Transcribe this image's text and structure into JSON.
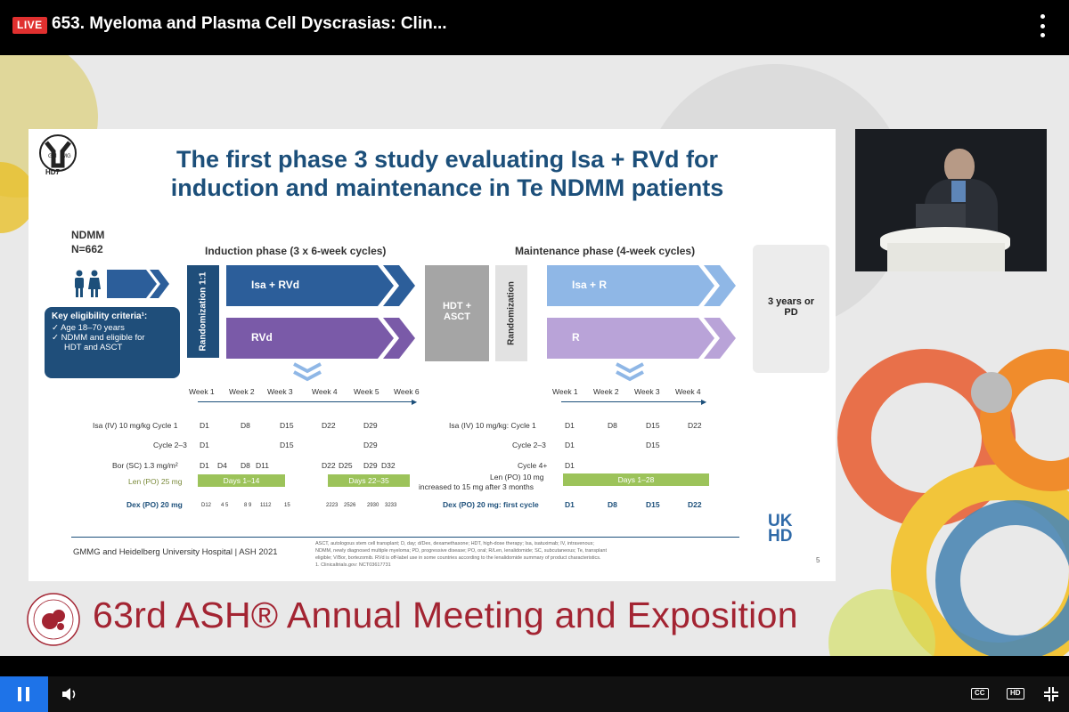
{
  "player": {
    "live_label": "LIVE",
    "title": "653. Myeloma and Plasma Cell Dyscrasias: Clin...",
    "cc_label": "CC",
    "hd_label": "HD"
  },
  "slide": {
    "logo_text": "HD7",
    "title_line1": "The first phase 3 study evaluating Isa + RVd for",
    "title_line2": "induction and maintenance in Te NDMM patients",
    "ndmm": "NDMM",
    "n": "N=662",
    "eligibility_title": "Key eligibility criteria¹:",
    "eligibility_items": [
      "Age 18–70 years",
      "NDMM and eligible for",
      "HDT and ASCT"
    ],
    "randomization_1": "Randomization 1:1",
    "randomization_2": "Randomization",
    "induction_header": "Induction phase (3 x 6-week cycles)",
    "maintenance_header": "Maintenance phase (4-week cycles)",
    "induction_arm1": "Isa + RVd",
    "induction_arm2": "RVd",
    "hdt_asct": "HDT + ASCT",
    "maint_arm1": "Isa + R",
    "maint_arm2": "R",
    "end_box": "3 years or PD",
    "weeks_induction": [
      "Week 1",
      "Week 2",
      "Week 3",
      "Week 4",
      "Week 5",
      "Week 6"
    ],
    "weeks_maintenance": [
      "Week 1",
      "Week 2",
      "Week 3",
      "Week 4"
    ],
    "ind_rows": {
      "isa_c1": "Isa (IV) 10 mg/kg Cycle 1",
      "cycle23": "Cycle 2–3",
      "bor": "Bor (SC) 1.3 mg/m²",
      "len": "Len (PO) 25 mg",
      "dex": "Dex (PO) 20 mg"
    },
    "ind_days": {
      "isa_c1": [
        "D1",
        "D8",
        "D15",
        "D22",
        "D29"
      ],
      "cycle23": [
        "D1",
        "D15",
        "D29"
      ],
      "bor": [
        "D1",
        "D4",
        "D8",
        "D11",
        "D22",
        "D25",
        "D29",
        "D32"
      ],
      "len_bars": [
        "Days 1–14",
        "Days 22–35"
      ],
      "dex": [
        "D12",
        "4 5",
        "8 9",
        "1112",
        "15",
        "2223",
        "2526",
        "2930",
        "3233"
      ]
    },
    "maint_rows": {
      "isa_c1": "Isa (IV) 10 mg/kg: Cycle 1",
      "cycle23": "Cycle 2–3",
      "cycle4": "Cycle 4+",
      "len": "Len (PO) 10 mg",
      "len_note": "increased to 15 mg after 3 months",
      "dex": "Dex (PO) 20 mg: first cycle"
    },
    "maint_days": {
      "isa_c1": [
        "D1",
        "D8",
        "D15",
        "D22"
      ],
      "cycle23": [
        "D1",
        "D15"
      ],
      "cycle4": [
        "D1"
      ],
      "len_bar": "Days 1–28",
      "dex": [
        "D1",
        "D8",
        "D15",
        "D22"
      ]
    },
    "footer_source": "GMMG and Heidelberg University Hospital | ASH 2021",
    "footnote_1": "ASCT, autologous stem cell transplant; D, day; d/Dex, dexamethasone; HDT, high-dose therapy; Isa, isatuximab; IV, intravenous;",
    "footnote_2": "NDMM, newly diagnosed multiple myeloma; PD, progressive disease; PO, oral; R/Len, lenalidomide; SC, subcutaneous; Te, transplant",
    "footnote_3": "eligible; V/Bor, bortezomib. RVd is off-label use in some countries according to the lenalidomide summary of product characteristics.",
    "footnote_4": "1. Clinicaltrials.gov: NCT03617731",
    "ukhd_line1": "UK",
    "ukhd_line2": "HD",
    "page_number": "5"
  },
  "banner": {
    "text": "63rd ASH® Annual Meeting and Exposition"
  },
  "colors": {
    "dark_blue": "#2c5e9a",
    "purple": "#7a5aa8",
    "light_blue": "#8fb7e6",
    "light_purple": "#b9a3d8",
    "green": "#9cc35a",
    "ash_red": "#a32432",
    "live_red": "#e0302f",
    "player_blue": "#1e73e8"
  }
}
